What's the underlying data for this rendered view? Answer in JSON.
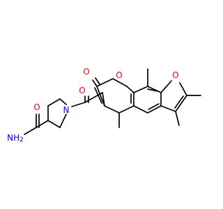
{
  "molecule": {
    "atoms": {
      "amide_n": {
        "text": "NH",
        "sub": "2",
        "color": "#0000ff"
      },
      "amide_o": {
        "text": "O",
        "color": "#ff0000"
      },
      "piperidine_n": {
        "text": "N",
        "color": "#0000ff"
      },
      "ketone_o": {
        "text": "O",
        "color": "#ff0000"
      },
      "lactone_carbonyl_o": {
        "text": "O",
        "color": "#ff0000"
      },
      "pyran_o": {
        "text": "O",
        "color": "#ff0000"
      },
      "furan_o": {
        "text": "O",
        "color": "#ff0000"
      }
    },
    "bond_color": "#000000",
    "background": "#ffffff"
  }
}
